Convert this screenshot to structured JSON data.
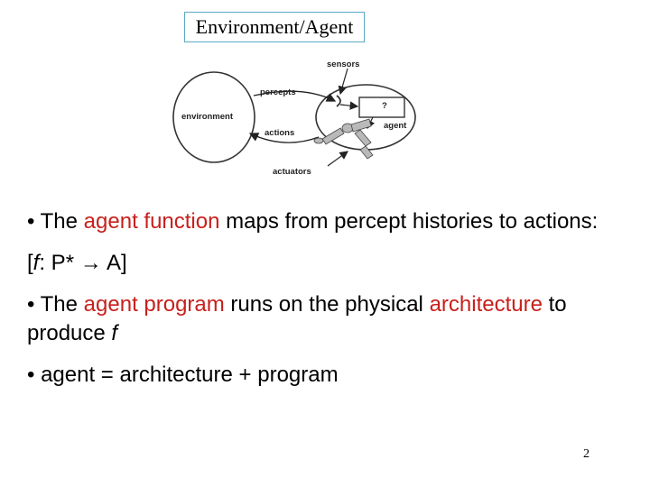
{
  "slide": {
    "title": "Environment/Agent",
    "page_number": "2"
  },
  "diagram": {
    "labels": {
      "sensors": "sensors",
      "percepts": "percepts",
      "environment": "environment",
      "actions": "actions",
      "agent": "agent",
      "actuators": "actuators",
      "unknown": "?"
    }
  },
  "bullets": {
    "b1": {
      "lead": "• The ",
      "highlight": "agent function",
      "rest": " maps from percept histories to actions:"
    },
    "b2": {
      "open": "[",
      "f": "f",
      "colon": ": P* ",
      "arrow": "→",
      "close": " A]"
    },
    "b3": {
      "lead": "• The ",
      "highlight1": "agent program",
      "mid": " runs on the physical ",
      "highlight2": "architecture",
      "rest": " to produce ",
      "f": "f"
    },
    "b4": {
      "text": "• agent = architecture + program"
    }
  },
  "colors": {
    "highlight": "#c8201c",
    "title_border": "#5aa9c4"
  }
}
